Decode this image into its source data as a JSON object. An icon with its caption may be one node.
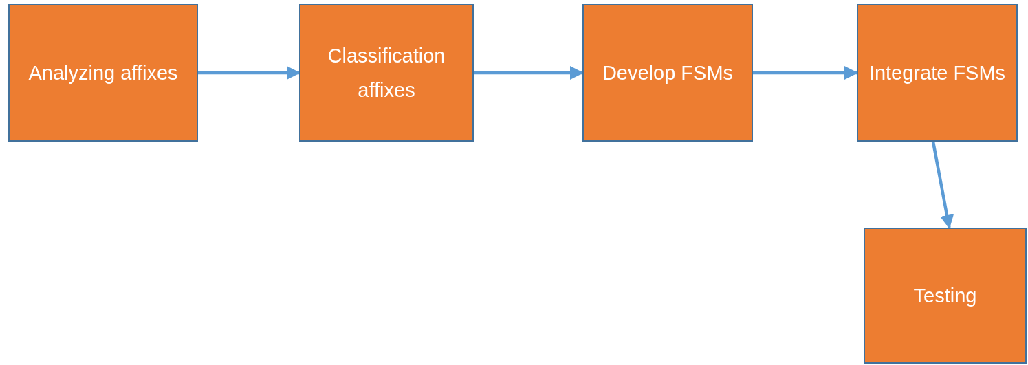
{
  "diagram": {
    "nodes": [
      {
        "text": [
          "Analyzing affixes"
        ]
      },
      {
        "text": [
          "Classification affixes"
        ]
      },
      {
        "text": [
          "Develop FSMs"
        ]
      },
      {
        "text": [
          "Integrate FSMs"
        ]
      },
      {
        "text": [
          "Testing"
        ]
      }
    ],
    "edges": [
      {
        "from": 0,
        "to": 1,
        "arrow": "to"
      },
      {
        "from": 1,
        "to": 2,
        "arrow": "to"
      },
      {
        "from": 2,
        "to": 3,
        "arrow": "to"
      },
      {
        "from": 3,
        "to": 4,
        "arrow": "to"
      }
    ]
  }
}
